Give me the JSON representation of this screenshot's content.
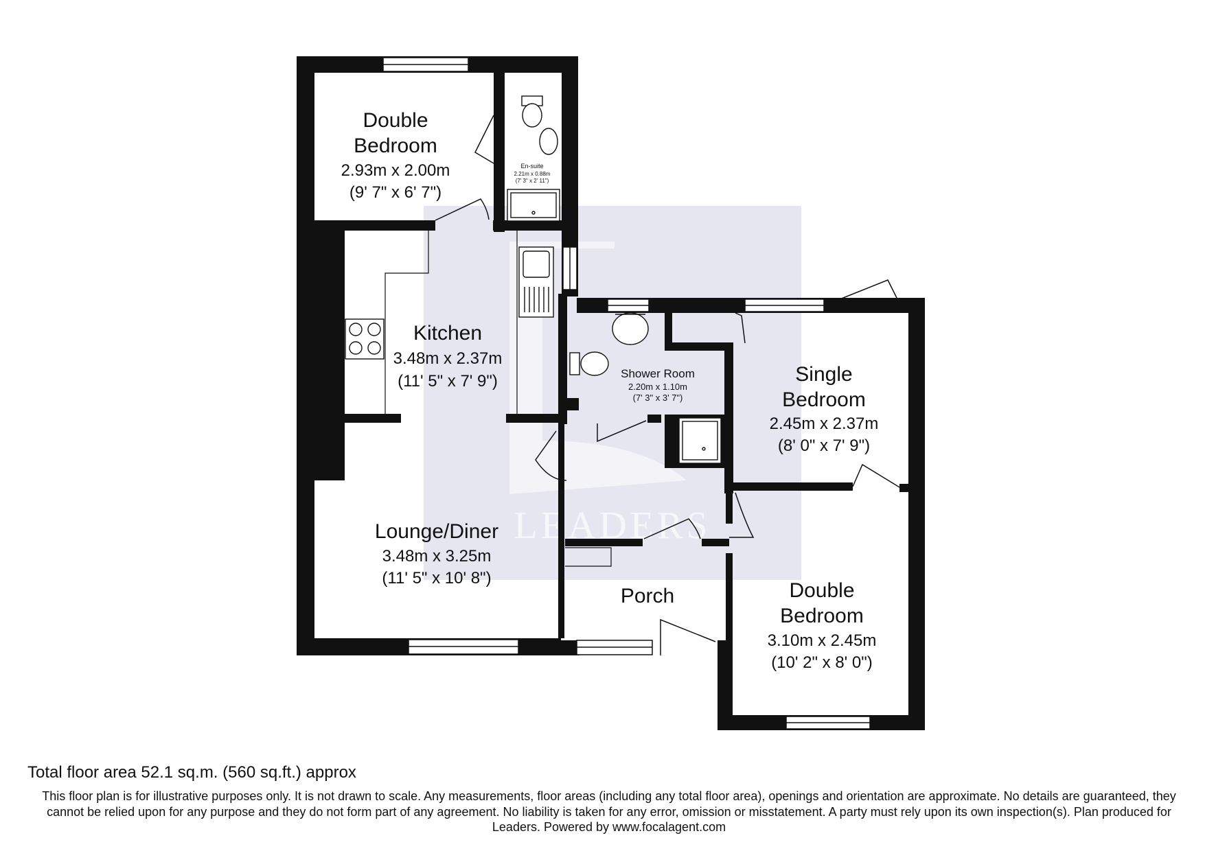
{
  "watermark": {
    "brand": "LEADERS",
    "color": "#e6e6f0"
  },
  "rooms": {
    "master_bedroom": {
      "name_line1": "Double",
      "name_line2": "Bedroom",
      "metric": "2.93m x 2.00m",
      "imperial": "(9' 7\" x 6' 7\")"
    },
    "ensuite": {
      "name": "En-suite",
      "metric": "2.21m x 0.88m",
      "imperial": "(7' 3\" x 2' 11\")"
    },
    "kitchen": {
      "name": "Kitchen",
      "metric": "3.48m x 2.37m",
      "imperial": "(11' 5\" x 7' 9\")"
    },
    "shower_room": {
      "name": "Shower Room",
      "metric": "2.20m x 1.10m",
      "imperial": "(7' 3\" x 3' 7\")"
    },
    "single_bedroom": {
      "name_line1": "Single",
      "name_line2": "Bedroom",
      "metric": "2.45m x 2.37m",
      "imperial": "(8' 0\" x 7' 9\")"
    },
    "lounge": {
      "name": "Lounge/Diner",
      "metric": "3.48m x 3.25m",
      "imperial": "(11' 5\" x 10' 8\")"
    },
    "porch": {
      "name": "Porch"
    },
    "double_bedroom_2": {
      "name_line1": "Double",
      "name_line2": "Bedroom",
      "metric": "3.10m x 2.45m",
      "imperial": "(10' 2\" x 8' 0\")"
    }
  },
  "footer": {
    "total_area": "Total floor area 52.1 sq.m. (560 sq.ft.) approx",
    "disclaimer": "This floor plan is for illustrative purposes only. It is not drawn to scale. Any measurements, floor areas (including any total floor area), openings and orientation are approximate. No details are guaranteed, they cannot be relied upon for any purpose and they do not form part of any agreement. No liability is taken for any error, omission or misstatement. A party must rely upon its own inspection(s). Plan produced for Leaders. Powered by www.focalagent.com"
  }
}
